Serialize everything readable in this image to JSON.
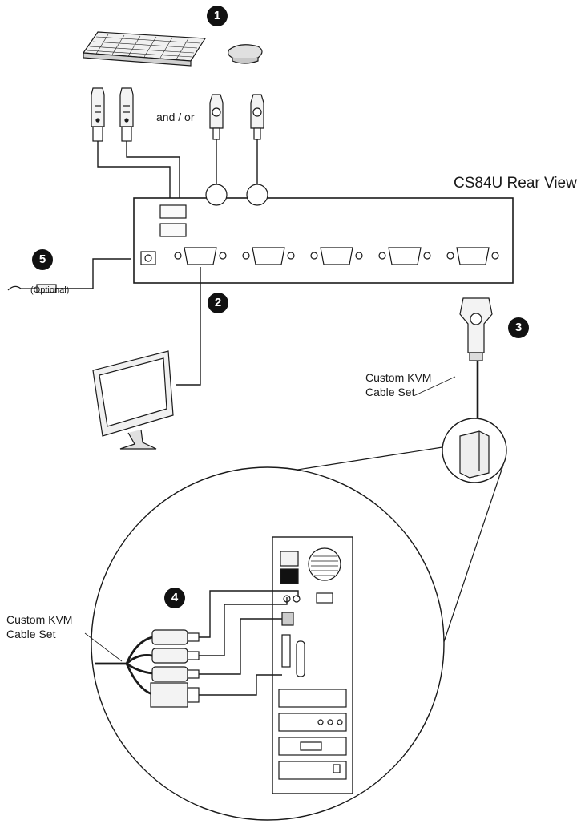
{
  "title": "CS84U Rear View",
  "and_or": "and / or",
  "optional": "(Optional)",
  "cable_set_top": [
    "Custom KVM",
    "Cable Set"
  ],
  "cable_set_bottom": [
    "Custom KVM",
    "Cable Set"
  ],
  "steps": [
    "1",
    "2",
    "3",
    "4",
    "5"
  ],
  "colors": {
    "line": "#1a1a1a",
    "fill": "#e6e6e6",
    "badge": "#111111"
  }
}
